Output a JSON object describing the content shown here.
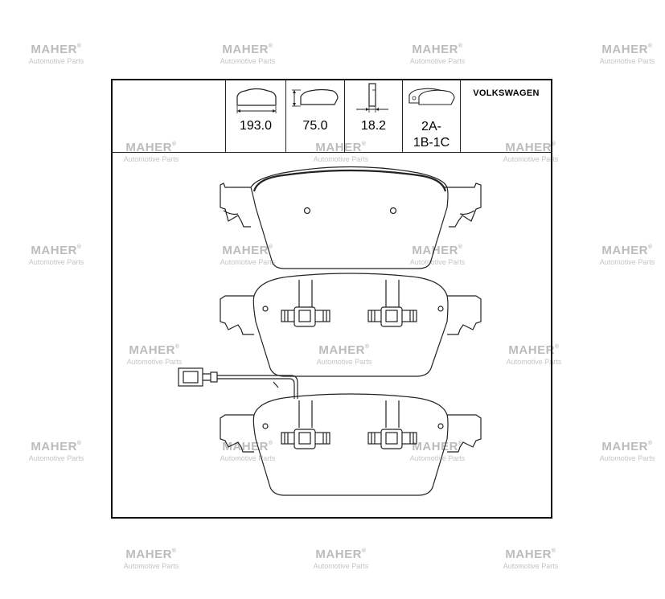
{
  "watermark": {
    "brand": "MAHER",
    "reg_mark": "®",
    "sub": "Automotive Parts"
  },
  "specs": {
    "length": "193.0",
    "height": "75.0",
    "thickness": "18.2",
    "wear_indicator_line1": "2A-",
    "wear_indicator_line2": "1B-1C",
    "make": "VOLKSWAGEN"
  },
  "icons": [
    "pad-length-icon",
    "pad-height-icon",
    "pad-thickness-icon",
    "pad-set-icon"
  ]
}
